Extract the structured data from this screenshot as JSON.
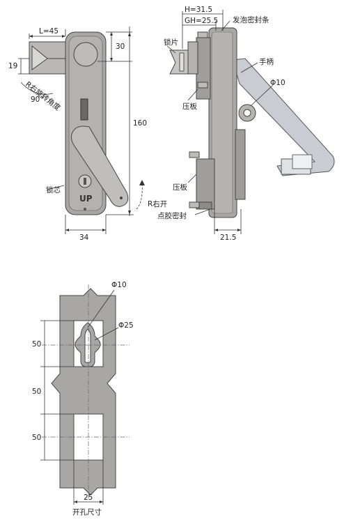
{
  "front_view": {
    "dim_width_45": "L=45",
    "dim_height_19": "19",
    "dim_top_30": "30",
    "dim_total_160": "160",
    "dim_bottom_34": "34",
    "angle_90": "90°",
    "rotation_label": "R右旋转角度",
    "cylinder_label": "锁芯",
    "up_mark": "UP",
    "open_direction_label": "R右开"
  },
  "side_view": {
    "dim_h": "H=31.5",
    "dim_gh": "GH=25.5",
    "foam_seal_label": "发泡密封条",
    "cam_label": "锁片",
    "handle_label": "手柄",
    "phi10_label": "Φ10",
    "plate_label_upper": "压板",
    "plate_label_lower": "压板",
    "glue_seal_label": "点胶密封",
    "dim_depth_215": "21.5"
  },
  "cutout_view": {
    "phi10_label": "Φ10",
    "phi25_label": "Φ25",
    "dim_50_top": "50",
    "dim_50_mid": "50",
    "dim_50_bottom": "50",
    "dim_width_25": "25",
    "caption": "开孔尺寸"
  },
  "colors": {
    "metal_fill": "#a8a7a3",
    "metal_dark": "#8f8e8a",
    "handle_fill": "#c9ccd3",
    "line": "#333333"
  }
}
